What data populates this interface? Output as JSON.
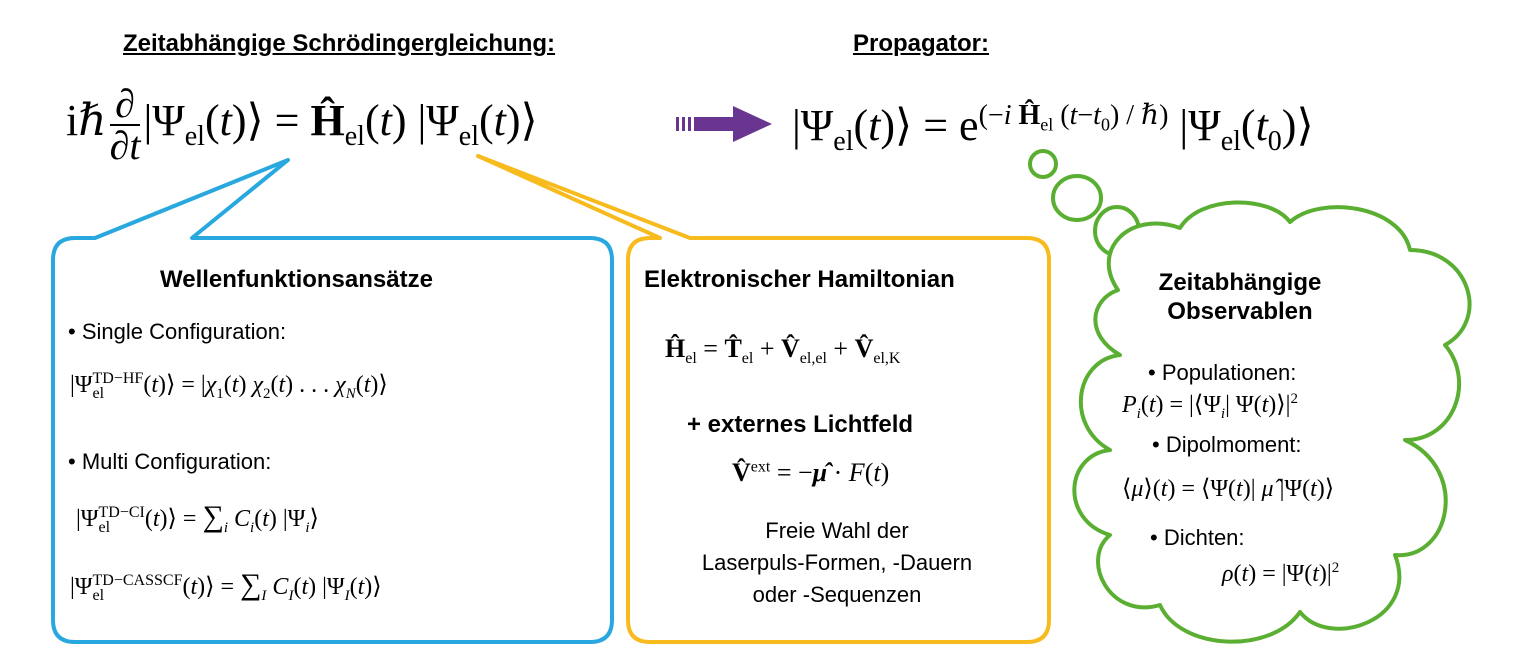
{
  "headers": {
    "tdse": "Zeitabhängige Schrödingergleichung:",
    "propagator": "Propagator:"
  },
  "equations": {
    "tdse": "iℏ ∂/∂t |Ψel(t)⟩ = Ĥel(t) |Ψel(t)⟩",
    "propagator": "|Ψel(t)⟩ = e^(−i Ĥel (t−t0) / ℏ) |Ψel(t0)⟩"
  },
  "wavefunction_box": {
    "title": "Wellenfunktionsansätze",
    "single_label": "• Single Configuration:",
    "single_eq": "|Ψel^TD−HF(t)⟩ = |χ1(t) χ2(t) . . . χN(t)⟩",
    "multi_label": "• Multi Configuration:",
    "ci_eq": "|Ψel^TD−CI(t)⟩ = ∑i Ci(t) |Ψi⟩",
    "casscf_eq": "|Ψel^TD−CASSCF(t)⟩ = ∑I CI(t) |ΨI(t)⟩"
  },
  "hamiltonian_box": {
    "title": "Elektronischer Hamiltonian",
    "h_eq": "Ĥel = T̂el + V̂el,el + V̂el,K",
    "extern_label": "+ externes Lichtfeld",
    "v_ext_eq": "V̂ext = −μ̂ · F(t)",
    "free_choice_1": "Freie Wahl der",
    "free_choice_2": "Laserpuls-Formen, -Dauern",
    "free_choice_3": "oder -Sequenzen"
  },
  "observables_cloud": {
    "title_1": "Zeitabhängige",
    "title_2": "Observablen",
    "pop_label": "• Populationen:",
    "pop_eq": "Pi(t) = |⟨Ψi| Ψ(t)⟩|2",
    "dip_label": "• Dipolmoment:",
    "dip_eq": "⟨μ⟩(t) = ⟨Ψ(t)| μ̂ |Ψ(t)⟩",
    "dens_label": "• Dichten:",
    "dens_eq": "ρ(t) = |Ψ(t)|2"
  },
  "colors": {
    "blue": "#29a8df",
    "yellow": "#f7bb1e",
    "green": "#5aaf32",
    "purple": "#6a3591"
  }
}
